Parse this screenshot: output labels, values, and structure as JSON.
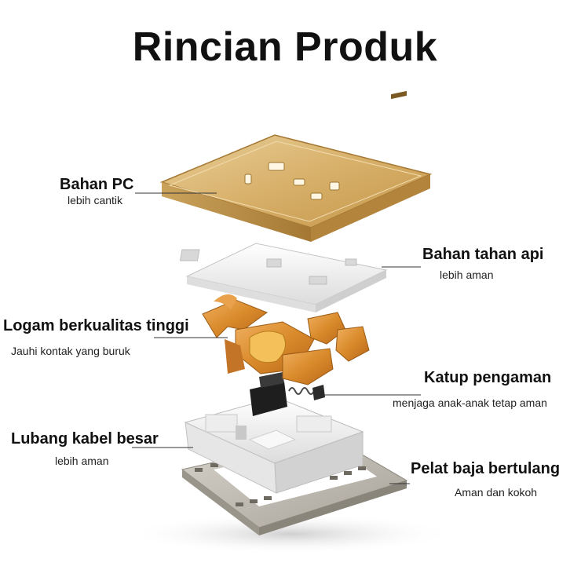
{
  "title": "Rincian Produk",
  "callouts": [
    {
      "name": "Bahan PC",
      "desc": "lebih cantik"
    },
    {
      "name": "Bahan tahan api",
      "desc": "lebih aman"
    },
    {
      "name": "Logam berkualitas tinggi",
      "desc": "Jauhi kontak yang buruk"
    },
    {
      "name": "Katup pengaman",
      "desc": "menjaga anak-anak tetap aman"
    },
    {
      "name": "Lubang kabel besar",
      "desc": "lebih aman"
    },
    {
      "name": "Pelat baja bertulang",
      "desc": "Aman dan kokoh"
    }
  ],
  "colors": {
    "panel_gold": "#d9b46c",
    "panel_edge": "#b8893c",
    "copper": "#d98a2a",
    "steel": "#bdb8ae",
    "white_part": "#f2f2f2",
    "shutter": "#222222"
  }
}
